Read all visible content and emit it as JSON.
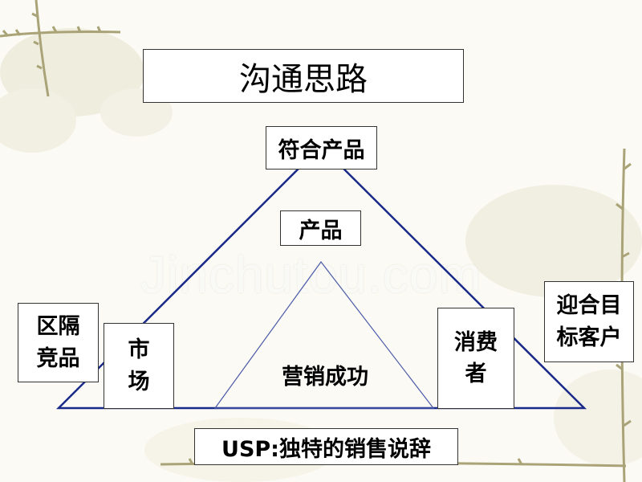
{
  "slide": {
    "title": "沟通思路",
    "top_label": "符合产品",
    "product_label": "产品",
    "center_label": "营销成功",
    "left_outer_line1": "区隔",
    "left_outer_line2": "竞品",
    "left_inner_line1": "市",
    "left_inner_line2": "场",
    "right_inner_line1": "消费",
    "right_inner_line2": "者",
    "right_outer_line1": "迎合目",
    "right_outer_line2": "标客户",
    "bottom_label": "USP:独特的销售说辞",
    "watermark": "Jinchutou.com"
  },
  "colors": {
    "triangle_stroke": "#1a2a8a",
    "inner_triangle_stroke": "#4a5aa8",
    "background": "#fbfaf4"
  }
}
